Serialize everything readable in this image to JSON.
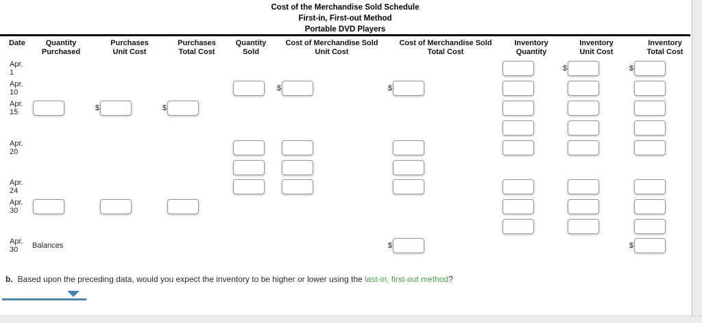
{
  "titles": {
    "line1": "Cost of the Merchandise Sold Schedule",
    "line2": "First-in, First-out Method",
    "line3": "Portable DVD Players"
  },
  "currency_symbol": "$",
  "table": {
    "columns": [
      {
        "id": "date",
        "lines": [
          "Date"
        ]
      },
      {
        "id": "qty_purchased",
        "lines": [
          "Quantity",
          "Purchased"
        ]
      },
      {
        "id": "purch_unit",
        "lines": [
          "Purchases",
          "Unit Cost"
        ]
      },
      {
        "id": "purch_total",
        "lines": [
          "Purchases",
          "Total Cost"
        ]
      },
      {
        "id": "qty_sold",
        "lines": [
          "Quantity",
          "Sold"
        ]
      },
      {
        "id": "cms_unit",
        "lines": [
          "Cost of Merchandise Sold",
          "Unit Cost"
        ]
      },
      {
        "id": "cms_total",
        "lines": [
          "Cost of Merchandise Sold",
          "Total Cost"
        ]
      },
      {
        "id": "inv_qty",
        "lines": [
          "Inventory",
          "Quantity"
        ]
      },
      {
        "id": "inv_unit",
        "lines": [
          "Inventory",
          "Unit Cost"
        ]
      },
      {
        "id": "inv_total",
        "lines": [
          "Inventory",
          "Total Cost"
        ]
      }
    ],
    "rows": [
      {
        "date": [
          "Apr.",
          "1"
        ],
        "cells": [
          {
            "col": "inv_qty",
            "value": ""
          },
          {
            "col": "inv_unit",
            "value": "",
            "dollar": true
          },
          {
            "col": "inv_total",
            "value": "",
            "dollar": true
          }
        ]
      },
      {
        "date": [
          "Apr.",
          "10"
        ],
        "cells": [
          {
            "col": "qty_sold",
            "value": ""
          },
          {
            "col": "cms_unit",
            "value": "",
            "dollar": true
          },
          {
            "col": "cms_total",
            "value": "",
            "dollar": true
          },
          {
            "col": "inv_qty",
            "value": ""
          },
          {
            "col": "inv_unit",
            "value": ""
          },
          {
            "col": "inv_total",
            "value": ""
          }
        ]
      },
      {
        "date": [
          "Apr.",
          "15"
        ],
        "cells": [
          {
            "col": "qty_purchased",
            "value": ""
          },
          {
            "col": "purch_unit",
            "value": "",
            "dollar": true
          },
          {
            "col": "purch_total",
            "value": "",
            "dollar": true
          },
          {
            "col": "inv_qty",
            "value": ""
          },
          {
            "col": "inv_unit",
            "value": ""
          },
          {
            "col": "inv_total",
            "value": ""
          }
        ]
      },
      {
        "date": null,
        "cells": [
          {
            "col": "inv_qty",
            "value": ""
          },
          {
            "col": "inv_unit",
            "value": ""
          },
          {
            "col": "inv_total",
            "value": ""
          }
        ]
      },
      {
        "date": [
          "Apr.",
          "20"
        ],
        "cells": [
          {
            "col": "qty_sold",
            "value": ""
          },
          {
            "col": "cms_unit",
            "value": ""
          },
          {
            "col": "cms_total",
            "value": ""
          },
          {
            "col": "inv_qty",
            "value": ""
          },
          {
            "col": "inv_unit",
            "value": ""
          },
          {
            "col": "inv_total",
            "value": ""
          }
        ]
      },
      {
        "date": null,
        "cells": [
          {
            "col": "qty_sold",
            "value": ""
          },
          {
            "col": "cms_unit",
            "value": ""
          },
          {
            "col": "cms_total",
            "value": ""
          }
        ]
      },
      {
        "date": [
          "Apr.",
          "24"
        ],
        "cells": [
          {
            "col": "qty_sold",
            "value": ""
          },
          {
            "col": "cms_unit",
            "value": ""
          },
          {
            "col": "cms_total",
            "value": ""
          },
          {
            "col": "inv_qty",
            "value": ""
          },
          {
            "col": "inv_unit",
            "value": ""
          },
          {
            "col": "inv_total",
            "value": ""
          }
        ]
      },
      {
        "date": [
          "Apr.",
          "30"
        ],
        "cells": [
          {
            "col": "qty_purchased",
            "value": ""
          },
          {
            "col": "purch_unit",
            "value": ""
          },
          {
            "col": "purch_total",
            "value": ""
          },
          {
            "col": "inv_qty",
            "value": ""
          },
          {
            "col": "inv_unit",
            "value": ""
          },
          {
            "col": "inv_total",
            "value": ""
          }
        ]
      },
      {
        "date": null,
        "cells": [
          {
            "col": "inv_qty",
            "value": ""
          },
          {
            "col": "inv_unit",
            "value": ""
          },
          {
            "col": "inv_total",
            "value": ""
          }
        ]
      },
      {
        "date": [
          "Apr.",
          "30"
        ],
        "note": "Balances",
        "cells": [
          {
            "col": "cms_total",
            "value": "",
            "dollar": true
          },
          {
            "col": "inv_total",
            "value": "",
            "dollar": true
          }
        ]
      }
    ]
  },
  "question": {
    "prefix": "b.",
    "text_before": "Based upon the preceding data, would you expect the inventory to be higher or lower using the ",
    "highlight": "last-in, first-out method",
    "text_after": "?"
  },
  "colors": {
    "highlight_green": "#4a9e4a",
    "dropdown_blue": "#3f83b5",
    "table_rule": "#000000"
  }
}
